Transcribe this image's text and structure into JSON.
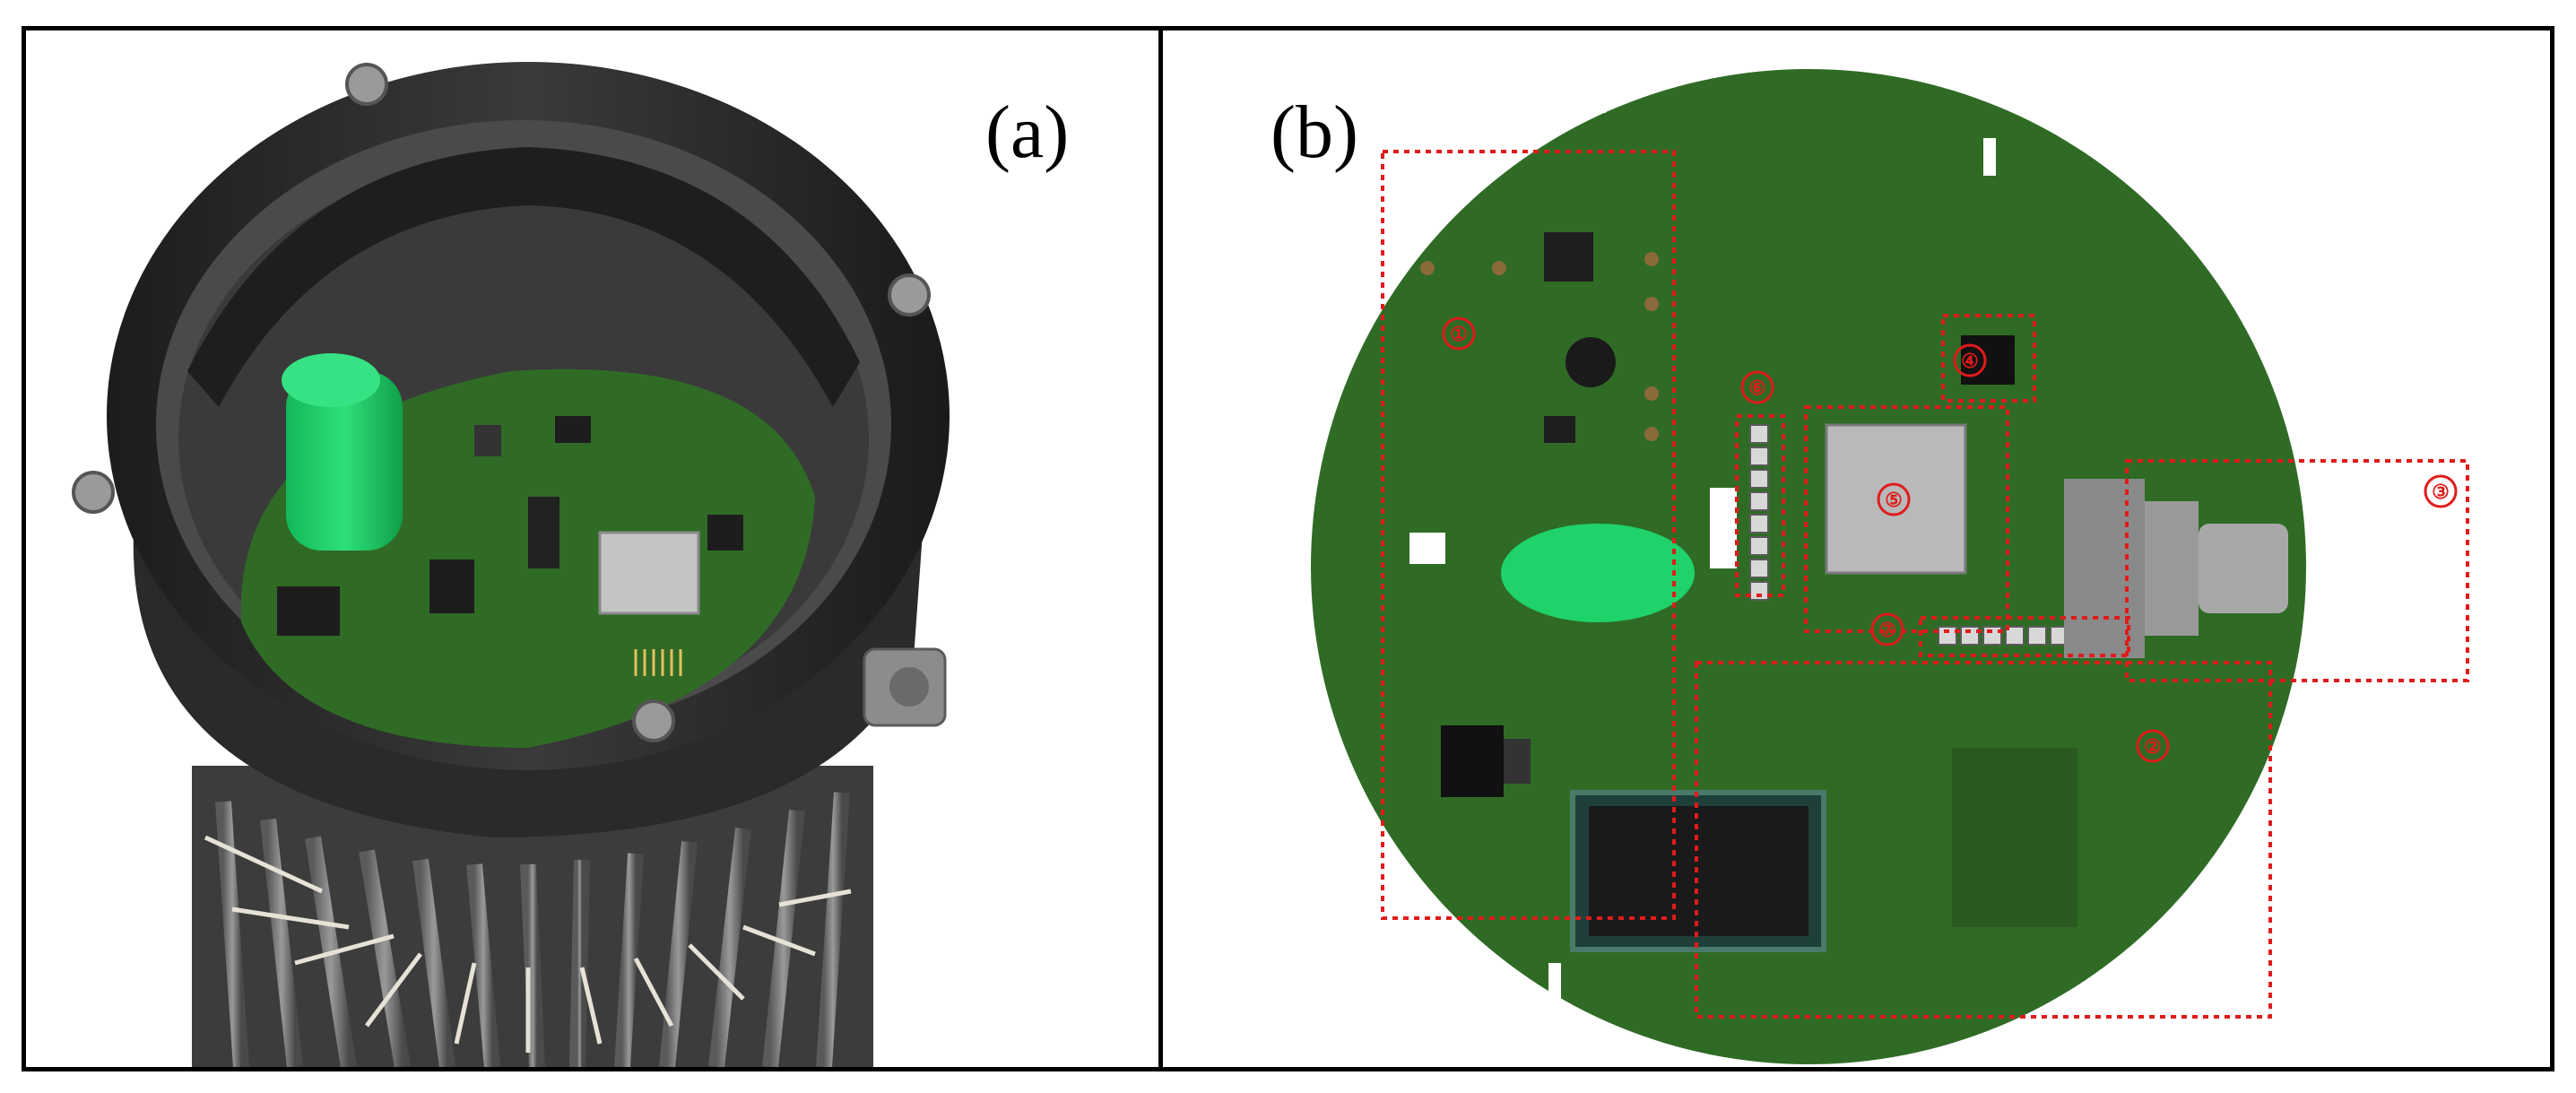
{
  "panels": {
    "a": {
      "label": "(a)"
    },
    "b": {
      "label": "(b)"
    }
  },
  "markers": [
    "①",
    "②",
    "③",
    "④",
    "⑤",
    "⑥",
    "⑦"
  ],
  "colors": {
    "pcb_green": "#2f6b25",
    "enclosure": "#2b2b2b",
    "highlight_box": "#e01b1b",
    "battery": "#1fd36a",
    "chip": "#b9b9b9"
  }
}
